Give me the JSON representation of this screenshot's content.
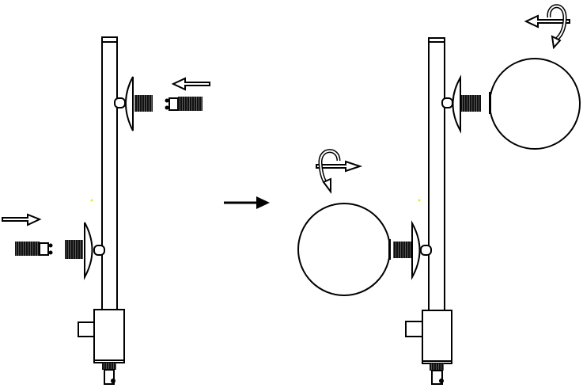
{
  "colors": {
    "line": "#000000",
    "background": "#ffffff",
    "marker": "#e8e830"
  },
  "steps": [
    {
      "state": "before",
      "bulbs": 2,
      "globes": 0
    },
    {
      "state": "after",
      "bulbs": 2,
      "globes": 2
    }
  ],
  "icons": [
    "insert-arrow-left",
    "insert-arrow-right",
    "next-step-arrow",
    "rotate-arrow"
  ]
}
